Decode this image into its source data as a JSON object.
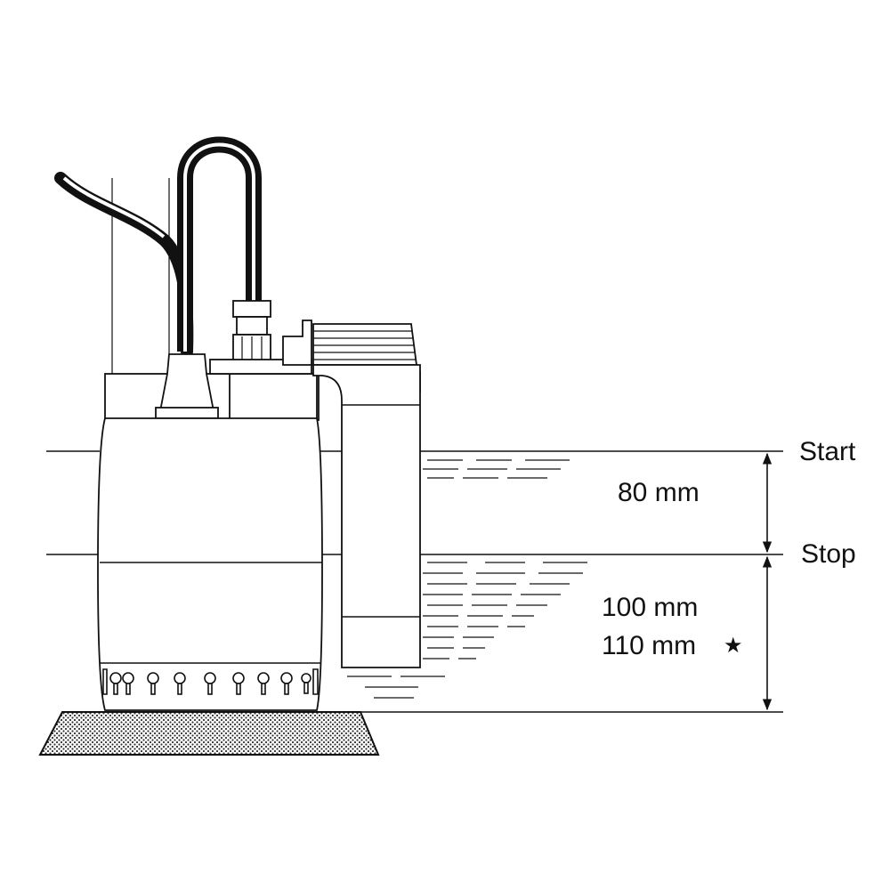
{
  "labels": {
    "start": "Start",
    "stop": "Stop",
    "dim_start_stop": "80 mm",
    "dim_stop_floor_1": "100 mm",
    "dim_stop_floor_2": "110 mm",
    "star_symbol": "★"
  },
  "colors": {
    "line": "#111111",
    "background": "#ffffff",
    "base_fill": "#cfcfcf"
  },
  "icons": {
    "pump": "submersible-pump",
    "float_switch": "float-switch",
    "cable": "power-cable",
    "arrow": "double-headed-arrow",
    "base": "stone-base"
  }
}
